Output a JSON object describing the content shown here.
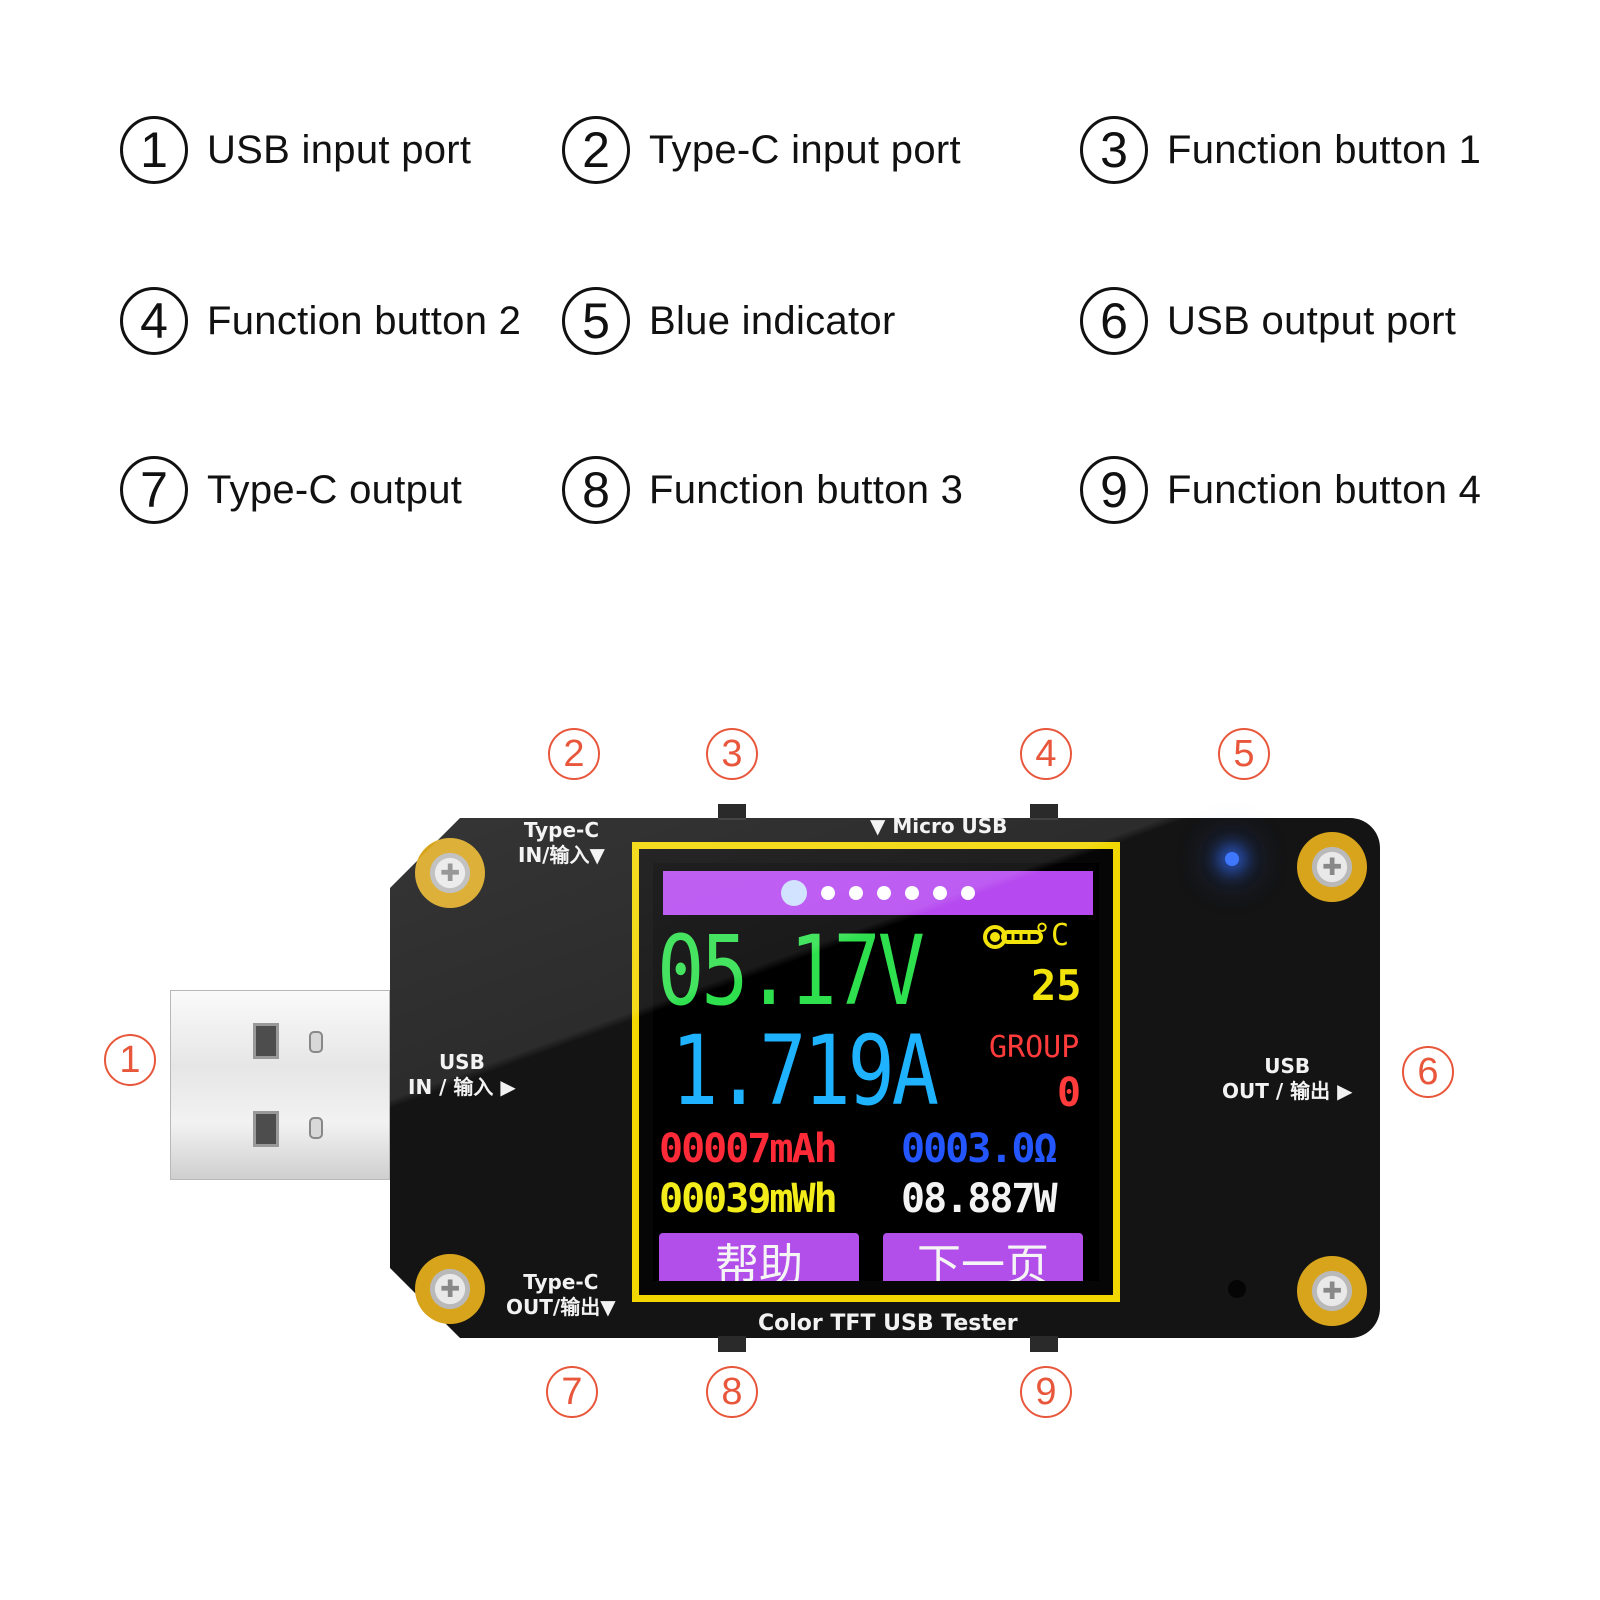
{
  "legend": [
    {
      "num": "1",
      "label": "USB input port"
    },
    {
      "num": "2",
      "label": "Type-C input port"
    },
    {
      "num": "3",
      "label": "Function button 1"
    },
    {
      "num": "4",
      "label": "Function button 2"
    },
    {
      "num": "5",
      "label": "Blue indicator"
    },
    {
      "num": "6",
      "label": "USB output port"
    },
    {
      "num": "7",
      "label": "Type-C output"
    },
    {
      "num": "8",
      "label": "Function button 3"
    },
    {
      "num": "9",
      "label": "Function button 4"
    }
  ],
  "callouts": [
    "1",
    "2",
    "3",
    "4",
    "5",
    "6",
    "7",
    "8",
    "9"
  ],
  "colors": {
    "callout": "#e8573b",
    "bezel": "#f2d600",
    "led": "#3f78ff"
  },
  "silkscreen": {
    "type_c_in": [
      "Type-C",
      "IN/输入▼"
    ],
    "micro_usb": "▼ Micro USB",
    "usb_in": [
      "USB",
      "IN / 输入 ▶"
    ],
    "usb_out": [
      "USB",
      "OUT / 输出 ▶"
    ],
    "type_c_out": [
      "Type-C",
      "OUT/输出▼"
    ],
    "product_name": "Color TFT USB Tester"
  },
  "screen": {
    "page_dots": {
      "count": 7,
      "active_index": 0
    },
    "voltage": "05.17V",
    "current": "1.719A",
    "temp_unit": "°C",
    "temperature": "25",
    "group_label": "GROUP",
    "group_value": "0",
    "capacity": "00007mAh",
    "resistance": "0003.0Ω",
    "energy": "00039mWh",
    "power": "08.887W",
    "soft_keys": [
      "帮助",
      "下一页"
    ]
  }
}
